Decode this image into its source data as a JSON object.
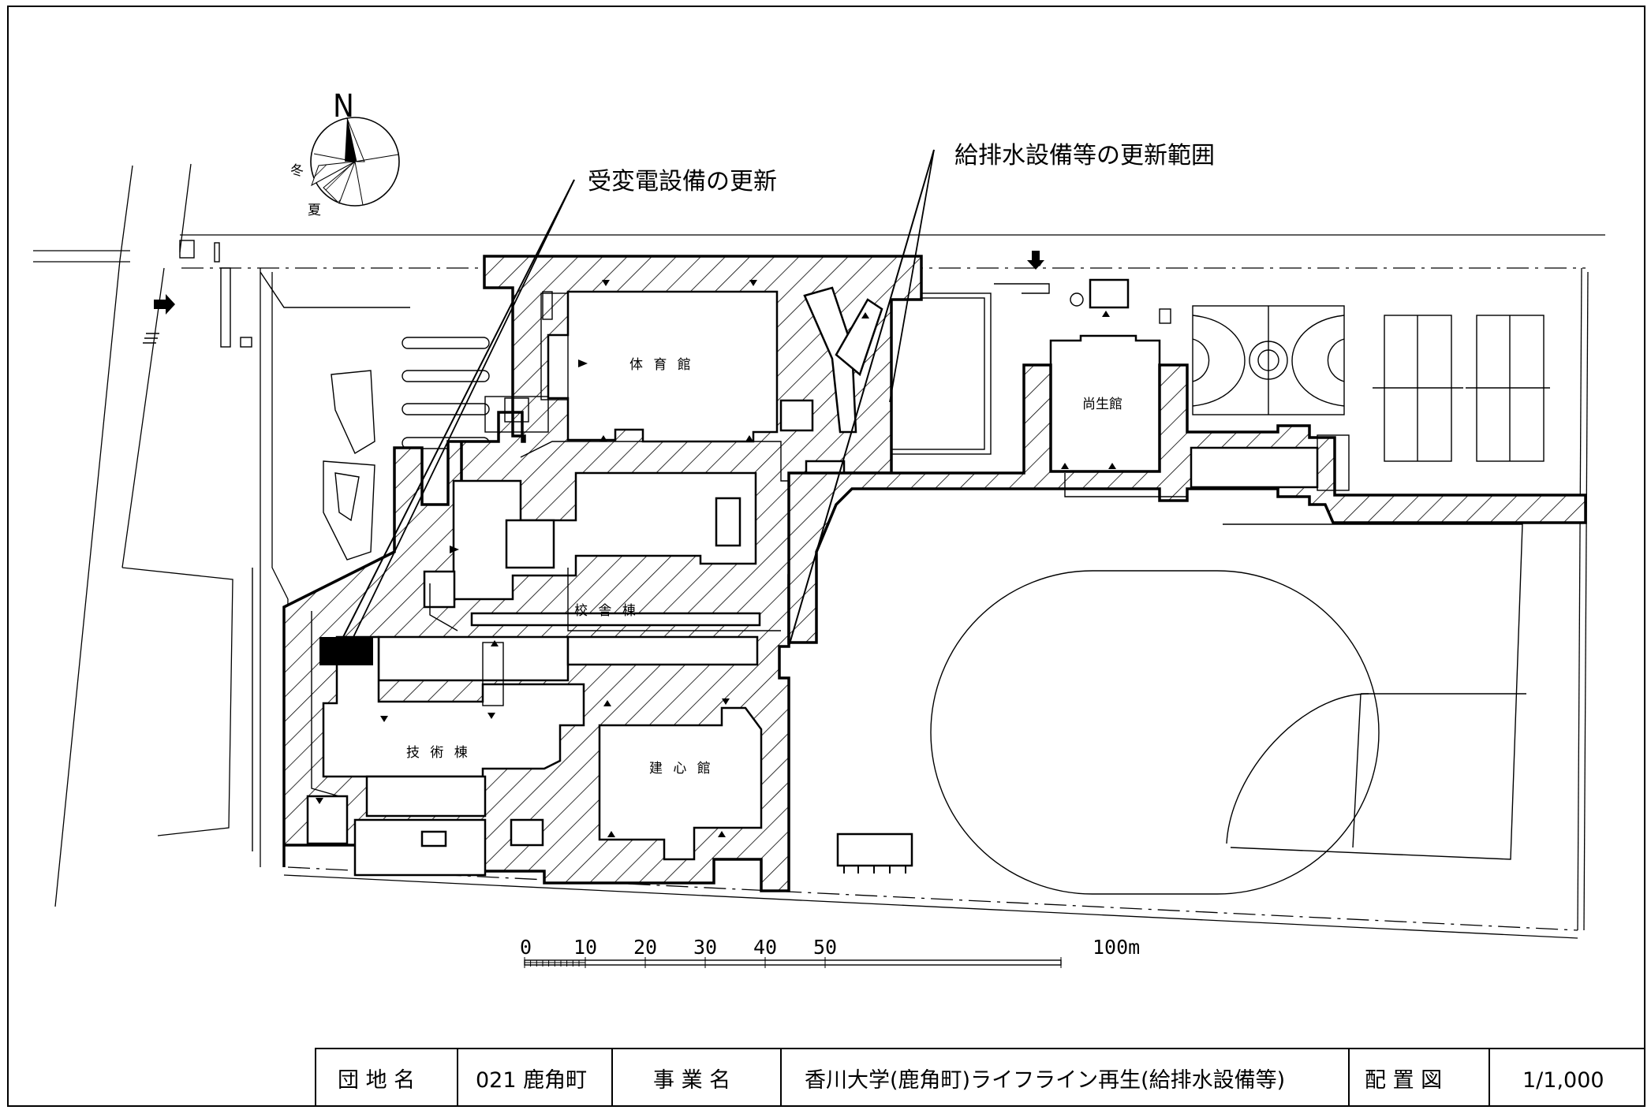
{
  "north_label": "N",
  "wind_rose": {
    "winter_label": "冬",
    "summer_label": "夏"
  },
  "callouts": {
    "substation": "受変電設備の更新",
    "water": "給排水設備等の更新範囲"
  },
  "buildings": {
    "gym": "体 育 館",
    "shoseikan": "尚生館",
    "school": "校 舎 棟",
    "tech": "技 術 棟",
    "kenshin": "建 心 館"
  },
  "scale_bar": {
    "ticks": [
      "0",
      "10",
      "20",
      "30",
      "40",
      "50",
      "100m"
    ]
  },
  "title_block": {
    "danchi_label": "団 地 名",
    "danchi_value": "021 鹿角町",
    "jigyo_label": "事 業 名",
    "jigyo_value": "香川大学(鹿角町)ライフライン再生(給排水設備等)",
    "zumen_label": "配 置 図",
    "scale_value": "1/1,000"
  }
}
